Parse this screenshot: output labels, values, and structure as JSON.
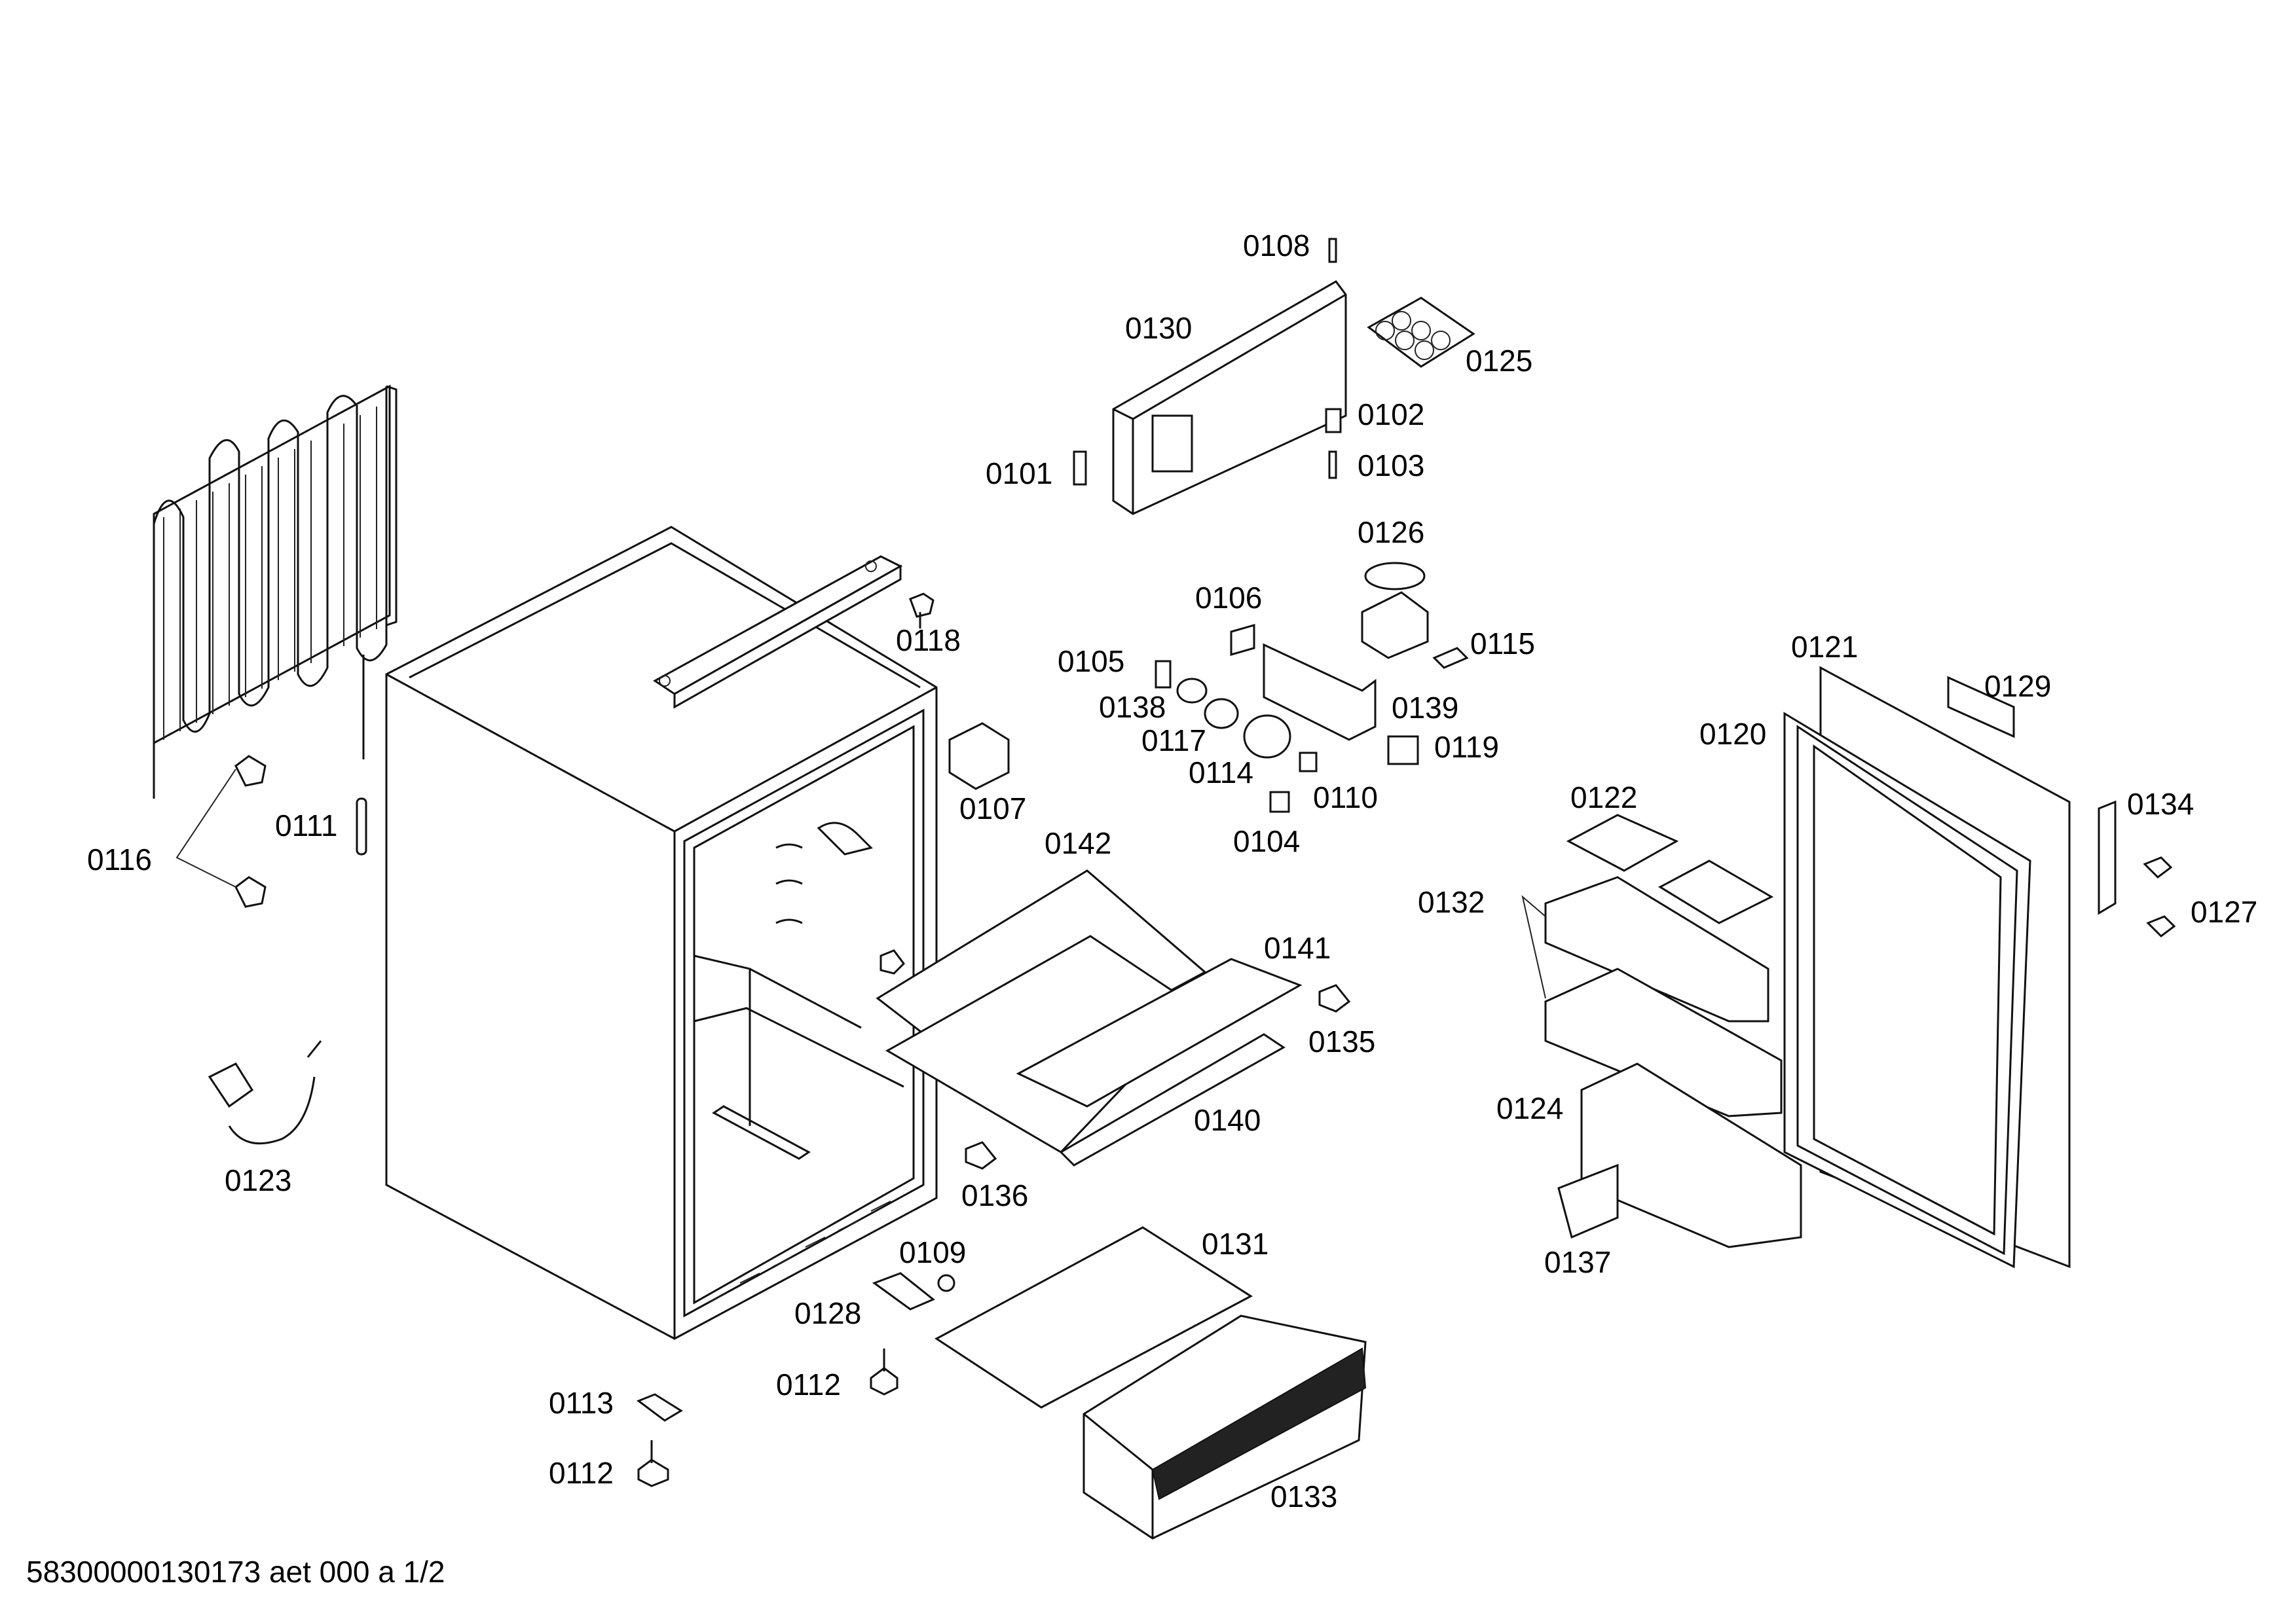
{
  "footer": "58300000130173 aet 000 a 1/2",
  "labels": {
    "p0108": "0108",
    "p0130": "0130",
    "p0125": "0125",
    "p0102": "0102",
    "p0101": "0101",
    "p0103": "0103",
    "p0126": "0126",
    "p0106": "0106",
    "p0115": "0115",
    "p0105": "0105",
    "p0138": "0138",
    "p0139": "0139",
    "p0117": "0117",
    "p0119": "0119",
    "p0114": "0114",
    "p0110": "0110",
    "p0104": "0104",
    "p0118": "0118",
    "p0107": "0107",
    "p0142": "0142",
    "p0141": "0141",
    "p0135": "0135",
    "p0140": "0140",
    "p0136": "0136",
    "p0131": "0131",
    "p0109": "0109",
    "p0128": "0128",
    "p0112a": "0112",
    "p0113": "0113",
    "p0112b": "0112",
    "p0133": "0133",
    "p0116": "0116",
    "p0111": "0111",
    "p0123": "0123",
    "p0121": "0121",
    "p0129": "0129",
    "p0120": "0120",
    "p0122": "0122",
    "p0134": "0134",
    "p0132": "0132",
    "p0127": "0127",
    "p0124": "0124",
    "p0137": "0137"
  }
}
